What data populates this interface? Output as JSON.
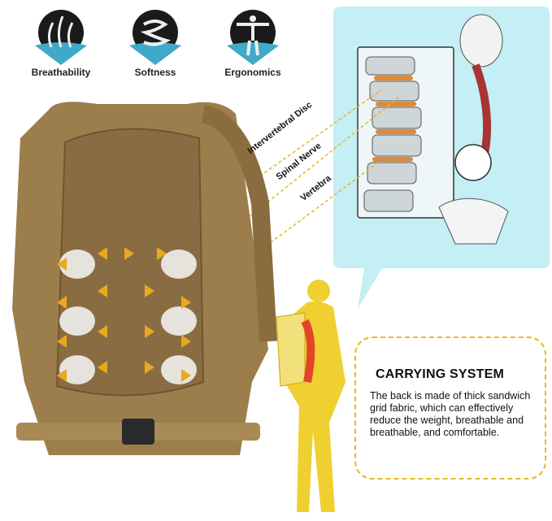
{
  "features": [
    {
      "label": "Breathability",
      "icon": "breathability-icon"
    },
    {
      "label": "Softness",
      "icon": "softness-icon"
    },
    {
      "label": "Ergonomics",
      "icon": "ergonomics-icon"
    }
  ],
  "callout_labels": {
    "disc": "Intervertebral Disc",
    "nerve": "Spinal Nerve",
    "vertebra": "Vertebra"
  },
  "info": {
    "title": "CARRYING SYSTEM",
    "body": "The back is made of thick sandwich grid fabric, which can effectively reduce the weight, breathable and breathable, and comfortable."
  },
  "colors": {
    "bubble": "#c3eff5",
    "accent": "#e6b820",
    "backpack": "#9c7d4c",
    "figure": "#f0d030"
  }
}
